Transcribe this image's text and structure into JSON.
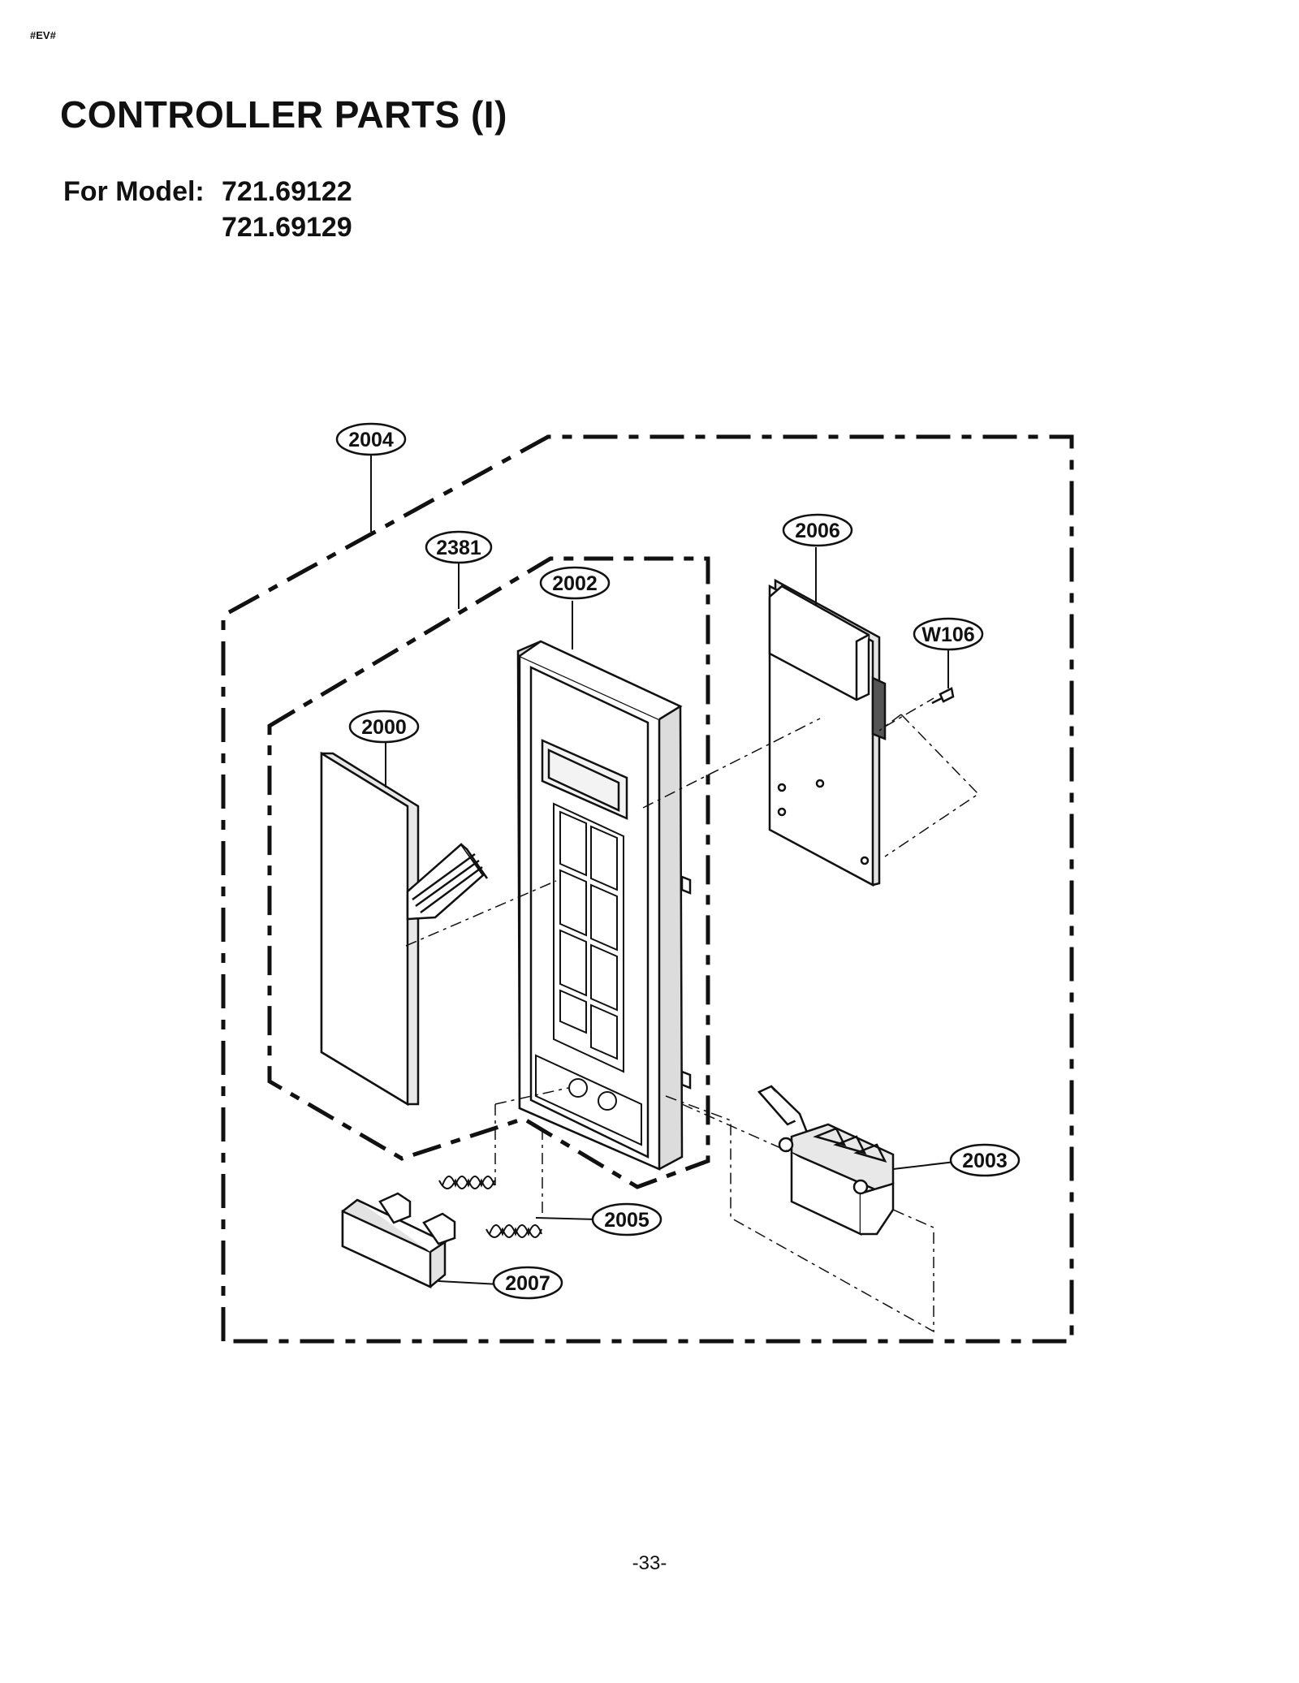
{
  "page": {
    "tag": "#EV#",
    "title": "CONTROLLER PARTS (I)",
    "model_label": "For Model:",
    "models": [
      "721.69122",
      "721.69129"
    ],
    "page_number": "-33-"
  },
  "diagram": {
    "callouts": [
      {
        "id": "2004",
        "label": "2004"
      },
      {
        "id": "2381",
        "label": "2381"
      },
      {
        "id": "2002",
        "label": "2002"
      },
      {
        "id": "2006",
        "label": "2006"
      },
      {
        "id": "W106",
        "label": "W106"
      },
      {
        "id": "2000",
        "label": "2000"
      },
      {
        "id": "2003",
        "label": "2003"
      },
      {
        "id": "2005",
        "label": "2005"
      },
      {
        "id": "2007",
        "label": "2007"
      }
    ]
  }
}
